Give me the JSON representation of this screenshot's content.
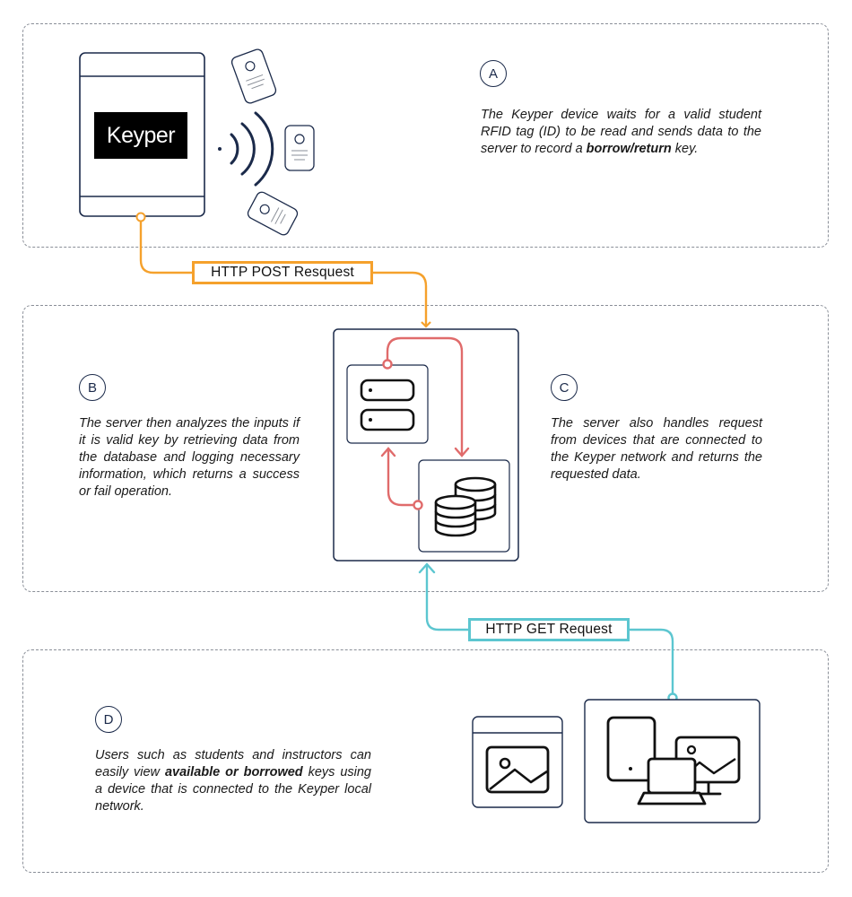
{
  "sections": {
    "a": {
      "badge": "A",
      "description_html": "The Keyper device waits for a valid student RFID tag (ID) to be read and sends data to the server to record a <b>borrow/return</b> key."
    },
    "b": {
      "badge": "B",
      "description_html": "The server then analyzes the inputs if it is valid key by retrieving data from the database and logging necessary information, which returns a success or fail operation."
    },
    "c": {
      "badge": "C",
      "description_html": "The server also handles request from devices that are connected to the Keyper network and returns the requested data."
    },
    "d": {
      "badge": "D",
      "description_html": "Users such as students and instructors can easily view <b>available or borrowed</b> keys using a device that is connected to the Keyper local network."
    }
  },
  "device": {
    "logo_text": "Keyper",
    "rfid_tags": 3,
    "icon": "rfid-signal-icon"
  },
  "requests": {
    "post_label": "HTTP POST Resquest",
    "get_label": "HTTP GET Request"
  },
  "colors": {
    "post": "#f5a12c",
    "get": "#5cc6d0",
    "server_loop": "#e06b6b",
    "outline": "#1b2a4a"
  },
  "icons": {
    "server": "server-icon",
    "database": "database-icon",
    "image": "image-icon",
    "devices": "devices-icon"
  }
}
